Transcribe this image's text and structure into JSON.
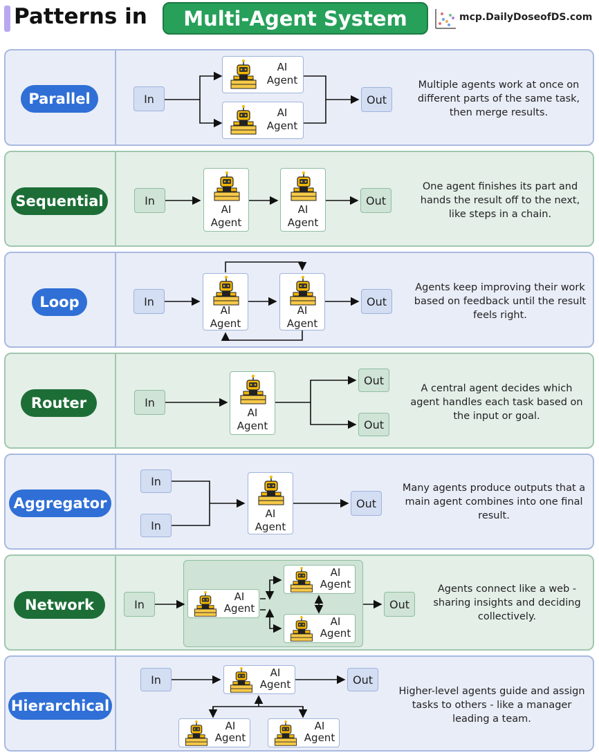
{
  "header": {
    "title_left": "Patterns in",
    "title_highlight": "Multi-Agent System",
    "brand": "mcp.DailyDoseofDS.com"
  },
  "labels": {
    "in": "In",
    "out": "Out",
    "agent": "AI Agent",
    "agent_l1": "AI",
    "agent_l2": "Agent"
  },
  "patterns": [
    {
      "name": "Parallel",
      "description": "Multiple agents work at once on different parts of the same task, then merge results."
    },
    {
      "name": "Sequential",
      "description": "One agent finishes its part and hands the result off to the next, like steps in a chain."
    },
    {
      "name": "Loop",
      "description": "Agents keep improving their work based on feedback until the result feels right."
    },
    {
      "name": "Router",
      "description": "A central agent decides which agent handles each task based on the input or goal."
    },
    {
      "name": "Aggregator",
      "description": "Many agents produce outputs that a main agent combines into one final result."
    },
    {
      "name": "Network",
      "description": "Agents connect like a web - sharing insights and deciding collectively."
    },
    {
      "name": "Hierarchical",
      "description": "Higher-level agents guide and assign tasks to others - like a manager leading a team."
    }
  ],
  "colors": {
    "blue_accent": "#2f6fd6",
    "green_accent": "#1c6e36",
    "title_green": "#27a05a"
  },
  "icons": [
    "robot-icon",
    "scatter-logo-icon"
  ]
}
